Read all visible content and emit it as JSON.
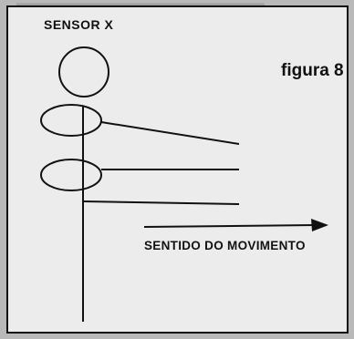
{
  "figure": {
    "title": "figura 8",
    "sensor_label": "SENSOR X",
    "movement_label": "SENTIDO DO MOVIMENTO",
    "rotors": 3
  },
  "colors": {
    "ink": "#111111",
    "paper": "#ececec",
    "page_gray": "#b9b9b9"
  }
}
